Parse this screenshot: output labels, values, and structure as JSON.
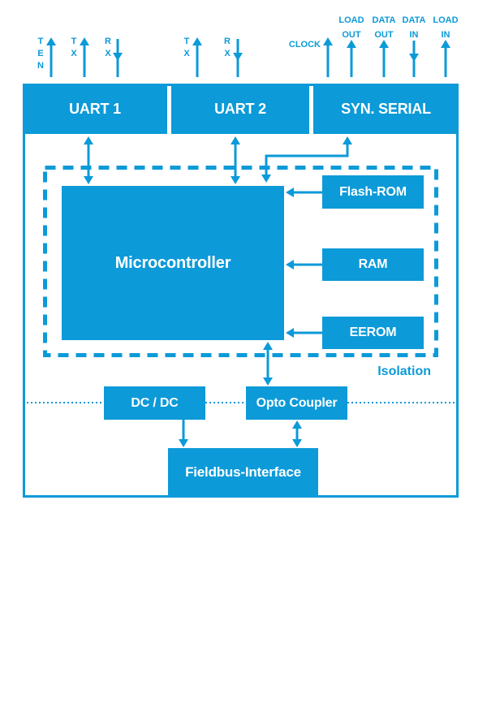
{
  "colors": {
    "primary": "#0c9ad8",
    "text_on_primary": "#ffffff"
  },
  "header": {
    "uart1": "UART 1",
    "uart2": "UART 2",
    "syn_serial": "SYN. SERIAL"
  },
  "signals": {
    "uart1_ten": "TEN",
    "uart1_tx": "TX",
    "uart1_rx": "RX",
    "uart2_tx": "TX",
    "uart2_rx": "RX",
    "clock": "CLOCK",
    "load_out": "LOAD OUT",
    "data_out": "DATA OUT",
    "data_in": "DATA IN",
    "load_in": "LOAD IN"
  },
  "blocks": {
    "microcontroller": "Microcontroller",
    "flash_rom": "Flash-ROM",
    "ram": "RAM",
    "eerom": "EEROM",
    "dc_dc": "DC / DC",
    "opto_coupler": "Opto Coupler",
    "fieldbus_interface": "Fieldbus-Interface"
  },
  "labels": {
    "isolation": "Isolation"
  }
}
